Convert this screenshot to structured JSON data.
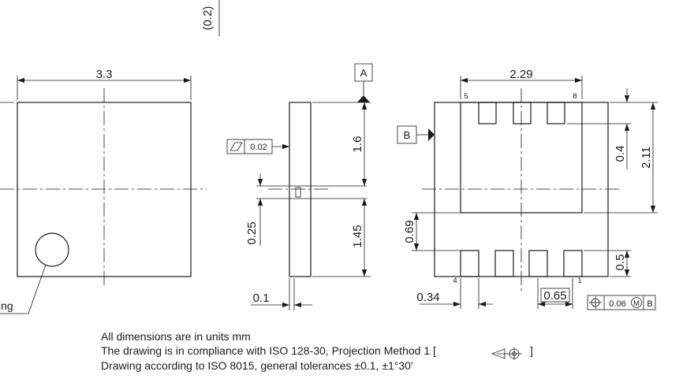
{
  "dimensions": {
    "top_width": "3.3",
    "top_left_label": "(0.2)",
    "side_upper_height": "1.6",
    "side_lower_height": "1.45",
    "side_gap": "0.25",
    "side_thickness": "0.1",
    "bottom_pad_span": "2.29",
    "bottom_pad_to_pad": "0.4",
    "bottom_total_height": "2.11",
    "bottom_pad_offset": "0.69",
    "bottom_pad_height": "0.5",
    "bottom_pad_width": "0.34",
    "bottom_pitch": "0.65"
  },
  "pins": {
    "p5": "5",
    "p8": "8",
    "p4": "4",
    "p1": "1"
  },
  "datums": {
    "a": "A",
    "b": "B"
  },
  "feature_frames": {
    "flatness_value": "0.02",
    "position_value": "0.06",
    "position_modifier": "M",
    "position_datum": "B"
  },
  "pin1_leader_label": "ing",
  "notes": [
    "All dimensions are in units mm",
    "The drawing is in compliance with ISO 128-30, Projection Method 1 [",
    "Drawing according to ISO 8015, general tolerances ±0.1, ±1°30'"
  ],
  "notes_suffix": "]"
}
